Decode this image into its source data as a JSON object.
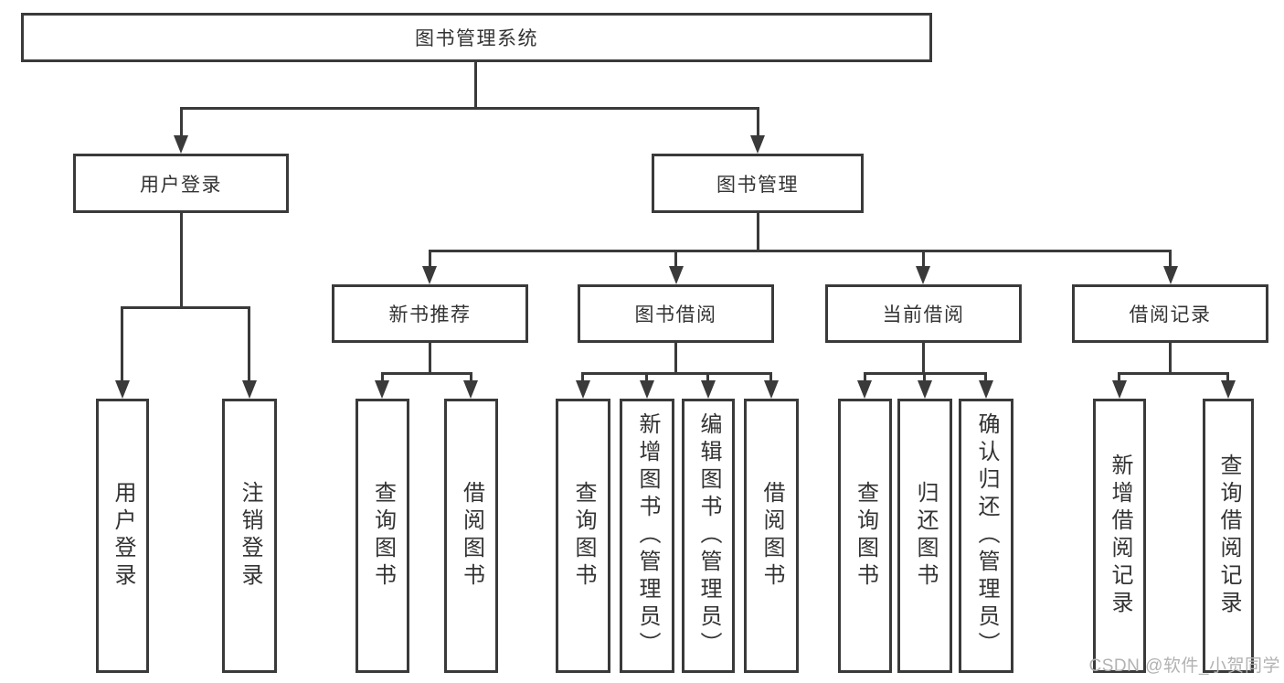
{
  "colors": {
    "background": "#ffffff",
    "line": "#3a3a3a",
    "box_border": "#3a3a3a",
    "text": "#333333",
    "watermark": "#b2b2b2"
  },
  "nodes": {
    "root": "图书管理系统",
    "user_login": "用户登录",
    "book_management": "图书管理",
    "new_book_recommend": "新书推荐",
    "book_borrowing": "图书借阅",
    "current_borrowing": "当前借阅",
    "borrowing_records": "借阅记录"
  },
  "leaves": {
    "ul_user_login": "用户登录",
    "ul_logout": "注销登录",
    "nbr_query_books": "查询图书",
    "nbr_borrow_books": "借阅图书",
    "bb_query_books": "查询图书",
    "bb_add_books": "新增图书（管理员）",
    "bb_edit_books": "编辑图书（管理员）",
    "bb_borrow_books": "借阅图书",
    "cb_query_books": "查询图书",
    "cb_return_books": "归还图书",
    "cb_confirm_return": "确认归还（管理员）",
    "br_add_record": "新增借阅记录",
    "br_query_record": "查询借阅记录"
  },
  "watermark": "CSDN @软件_小贺同学"
}
